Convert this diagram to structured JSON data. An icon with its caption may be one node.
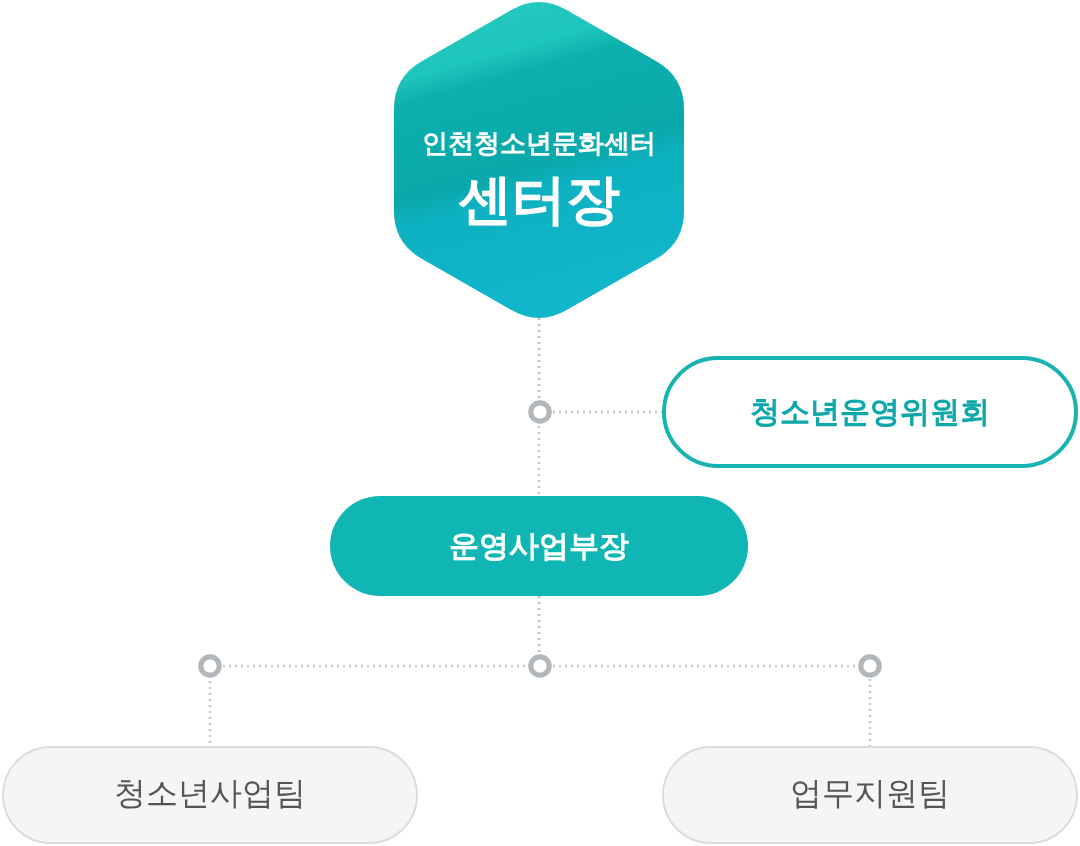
{
  "diagram": {
    "nodes": [
      {
        "text": [
          "인천청소년문화센터",
          "센터장"
        ]
      },
      {
        "text": [
          "청소년운영위원회"
        ]
      },
      {
        "text": [
          "운영사업부장"
        ]
      },
      {
        "text": [
          "청소년사업팀"
        ]
      },
      {
        "text": [
          "업무지원팀"
        ]
      }
    ],
    "edges": [
      {
        "from": 0,
        "to": 1,
        "arrow": "none",
        "style": "dashed"
      },
      {
        "from": 0,
        "to": 2,
        "arrow": "none",
        "style": "dashed"
      },
      {
        "from": 2,
        "to": 3,
        "arrow": "none",
        "style": "dashed"
      },
      {
        "from": 2,
        "to": 4,
        "arrow": "none",
        "style": "dashed"
      }
    ]
  }
}
